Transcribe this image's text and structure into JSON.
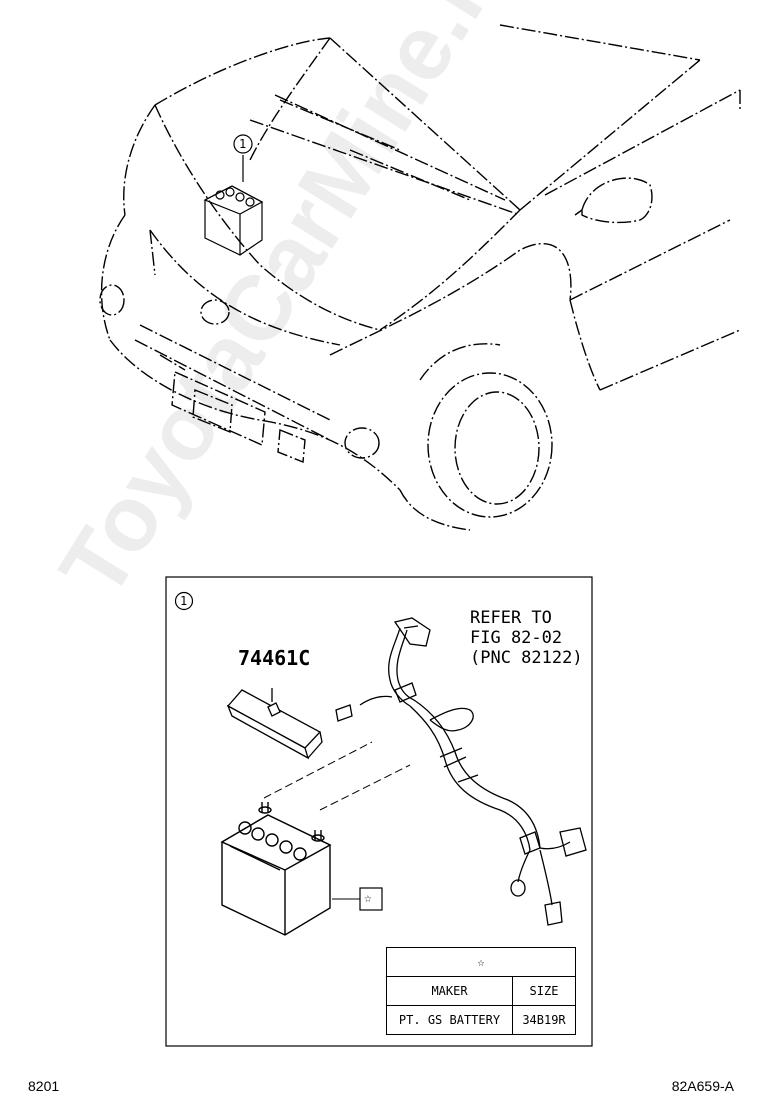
{
  "car_callout": "1",
  "detail": {
    "callout": "1",
    "part_number": "74461C",
    "refer_note": [
      "REFER TO",
      "FIG 82-02",
      "(PNC 82122)"
    ],
    "spec_marker": "☆"
  },
  "spec_table": {
    "header_symbol": "☆",
    "columns": [
      "MAKER",
      "SIZE"
    ],
    "row": [
      "PT. GS BATTERY",
      "34B19R"
    ]
  },
  "footer": {
    "page": "8201",
    "code": "82A659-A"
  },
  "watermark": "ToyotaCarMine.ru"
}
